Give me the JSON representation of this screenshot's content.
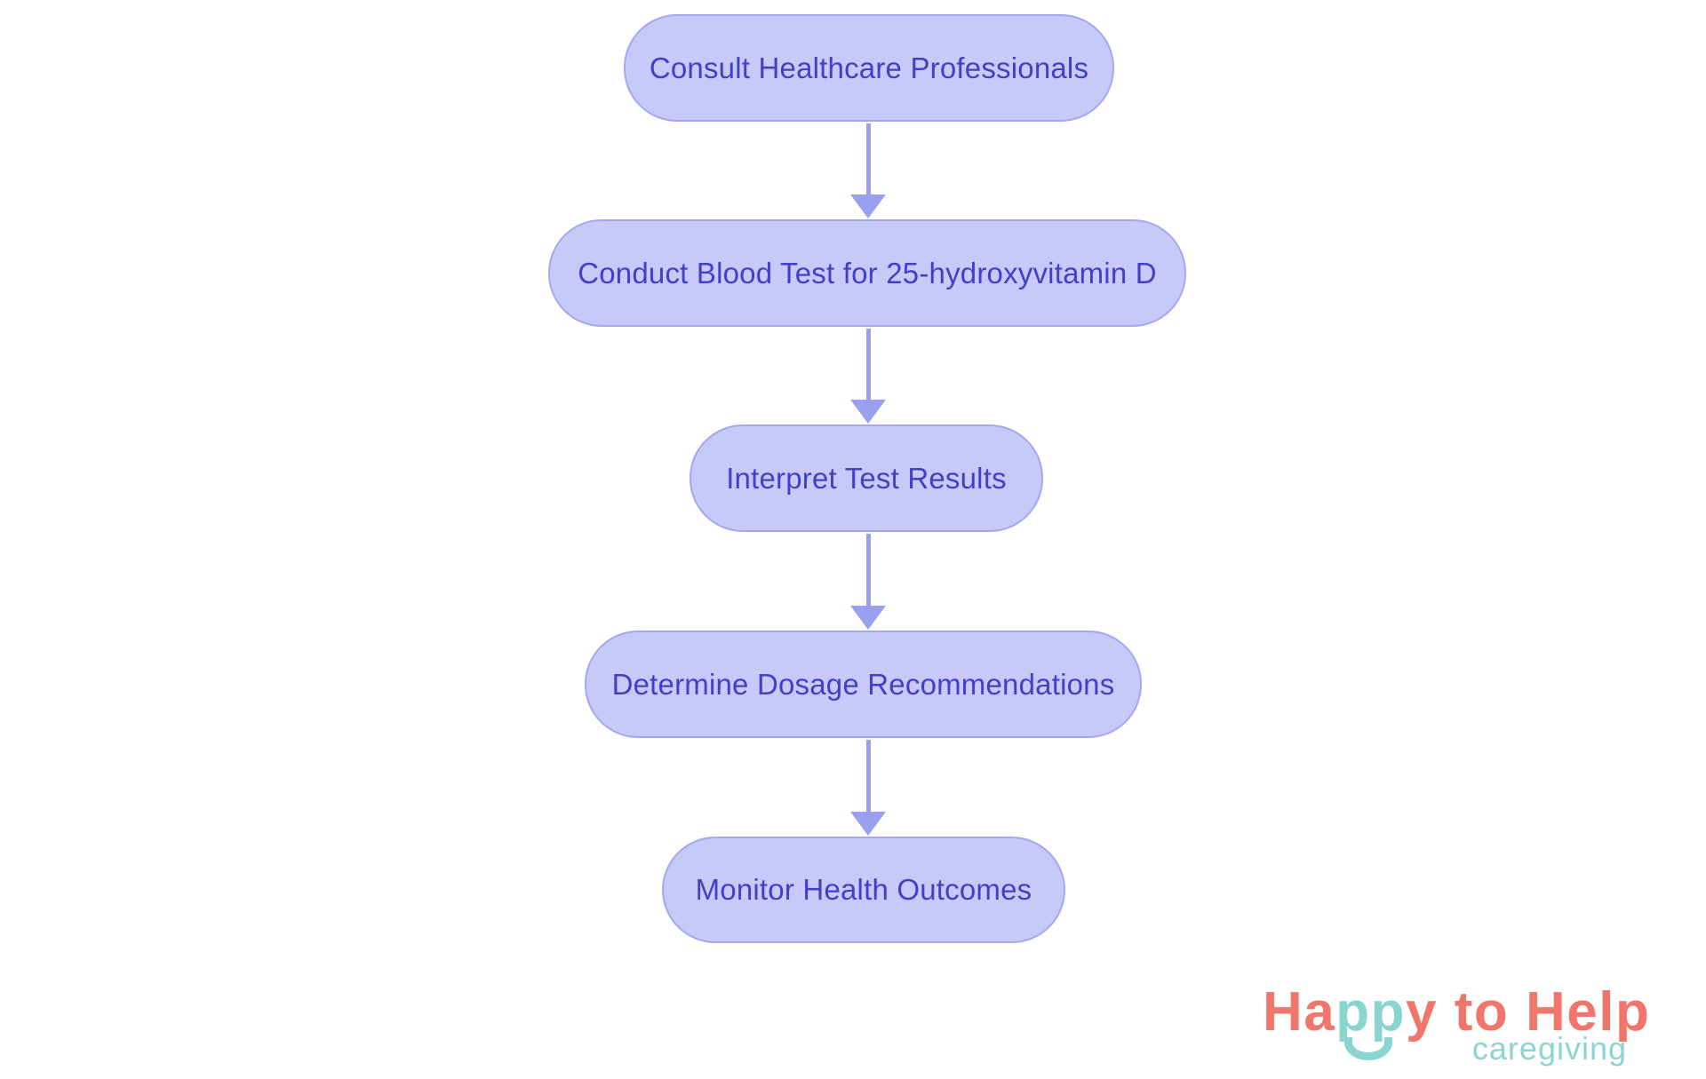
{
  "colors": {
    "node_fill": "#c8c9f9",
    "node_border": "#a3a7f2",
    "arrow": "#9aa0f0",
    "node_text": "#4240c9",
    "coral": "#f0756b",
    "teal": "#8bd5d1",
    "background": "#ffffff"
  },
  "flowchart": {
    "type": "flowchart-vertical",
    "nodes": [
      {
        "id": 1,
        "label": "Consult Healthcare Professionals"
      },
      {
        "id": 2,
        "label": "Conduct Blood Test for 25-hydroxyvitamin D"
      },
      {
        "id": 3,
        "label": "Interpret Test Results"
      },
      {
        "id": 4,
        "label": "Determine Dosage Recommendations"
      },
      {
        "id": 5,
        "label": "Monitor Health Outcomes"
      }
    ],
    "edges": [
      {
        "from": 1,
        "to": 2
      },
      {
        "from": 2,
        "to": 3
      },
      {
        "from": 3,
        "to": 4
      },
      {
        "from": 4,
        "to": 5
      }
    ]
  },
  "logo": {
    "seg1": "Ha",
    "seg2": "pp",
    "seg3": "y to Help",
    "tagline": "caregiving"
  }
}
